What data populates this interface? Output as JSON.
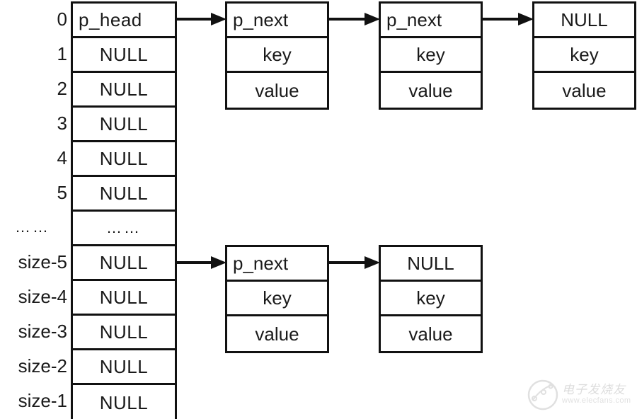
{
  "diagram": {
    "type": "hash-table-separate-chaining",
    "bucket_array": {
      "name": "bucket-array",
      "row_count": 12,
      "rows": [
        {
          "index_label": "0",
          "value": "p_head",
          "align": "left",
          "has_chain": true
        },
        {
          "index_label": "1",
          "value": "NULL",
          "align": "center",
          "has_chain": false
        },
        {
          "index_label": "2",
          "value": "NULL",
          "align": "center",
          "has_chain": false
        },
        {
          "index_label": "3",
          "value": "NULL",
          "align": "center",
          "has_chain": false
        },
        {
          "index_label": "4",
          "value": "NULL",
          "align": "center",
          "has_chain": false
        },
        {
          "index_label": "5",
          "value": "NULL",
          "align": "center",
          "has_chain": false
        },
        {
          "index_label": "……",
          "value": "……",
          "align": "center",
          "has_chain": false
        },
        {
          "index_label": "size-5",
          "value": "NULL",
          "align": "center",
          "has_chain": true
        },
        {
          "index_label": "size-4",
          "value": "NULL",
          "align": "center",
          "has_chain": false
        },
        {
          "index_label": "size-3",
          "value": "NULL",
          "align": "center",
          "has_chain": false
        },
        {
          "index_label": "size-2",
          "value": "NULL",
          "align": "center",
          "has_chain": false
        },
        {
          "index_label": "size-1",
          "value": "NULL",
          "align": "center",
          "has_chain": false
        }
      ]
    },
    "chains": [
      {
        "name": "chain-bucket-0",
        "from_bucket": "0",
        "nodes": [
          {
            "next": "p_next",
            "key": "key",
            "value": "value"
          },
          {
            "next": "p_next",
            "key": "key",
            "value": "value"
          },
          {
            "next": "NULL",
            "key": "key",
            "value": "value"
          }
        ]
      },
      {
        "name": "chain-bucket-size-5",
        "from_bucket": "size-5",
        "nodes": [
          {
            "next": "p_next",
            "key": "key",
            "value": "value"
          },
          {
            "next": "NULL",
            "key": "key",
            "value": "value"
          }
        ]
      }
    ],
    "colors": {
      "stroke": "#111111",
      "background": "#ffffff",
      "text": "#1a1a1a"
    }
  },
  "watermark": {
    "brand_cn": "电子发烧友",
    "url": "www.elecfans.com"
  }
}
